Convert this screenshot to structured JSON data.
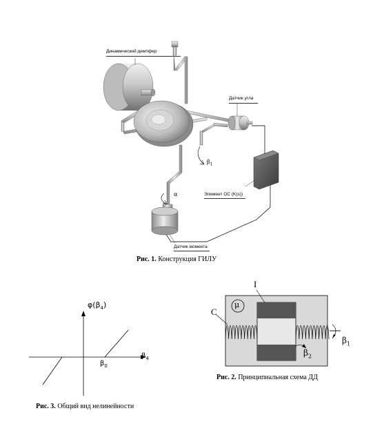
{
  "figure1": {
    "caption_label": "Рис. 1.",
    "caption_text": "Конструкция ГИЛУ",
    "labels": {
      "damper": "Динамический демпфер",
      "angle_sensor": "Датчик угла",
      "beta1": "β",
      "beta1_sub": "1",
      "alpha": "α",
      "feedback": "Элемент ОС (K(s))",
      "torque_sensor": "Датчик момента"
    }
  },
  "figure2": {
    "caption_label": "Рис. 2.",
    "caption_text": "Принципиальная схема ДД",
    "labels": {
      "I": "I",
      "C": "C",
      "mu": "μ",
      "beta2": "β",
      "beta2_sub": "2",
      "beta1": "β",
      "beta1_sub": "1"
    }
  },
  "figure3": {
    "caption_label": "Рис. 3.",
    "caption_text": "Общий вид нелинейности",
    "labels": {
      "phi": "φ(β",
      "phi_sub": "4",
      "phi_close": ")",
      "beta0": "β",
      "beta0_sub": "0",
      "beta4": "β",
      "beta4_sub": "4"
    }
  },
  "colors": {
    "metal_light": "#e6e6e6",
    "metal_mid": "#b4b4b4",
    "metal_dark": "#6e6e6e",
    "block_dark": "#505050",
    "wire": "#303030"
  }
}
